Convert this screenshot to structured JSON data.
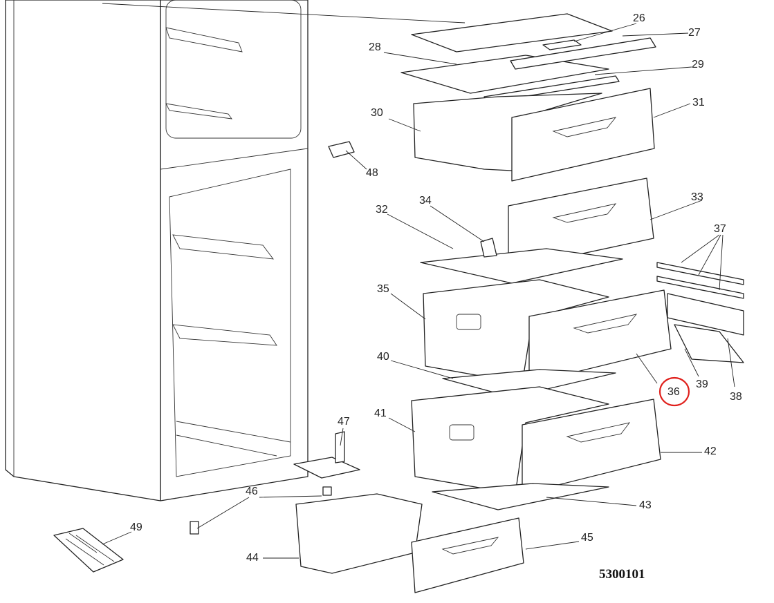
{
  "diagram": {
    "part_labels": [
      "26",
      "27",
      "28",
      "29",
      "30",
      "31",
      "48",
      "32",
      "34",
      "33",
      "37",
      "35",
      "40",
      "36",
      "39",
      "38",
      "41",
      "47",
      "42",
      "46",
      "43",
      "49",
      "45",
      "44"
    ],
    "highlighted_part": "36",
    "highlight_color": "#e0201c",
    "drawing_code": "5300101"
  }
}
